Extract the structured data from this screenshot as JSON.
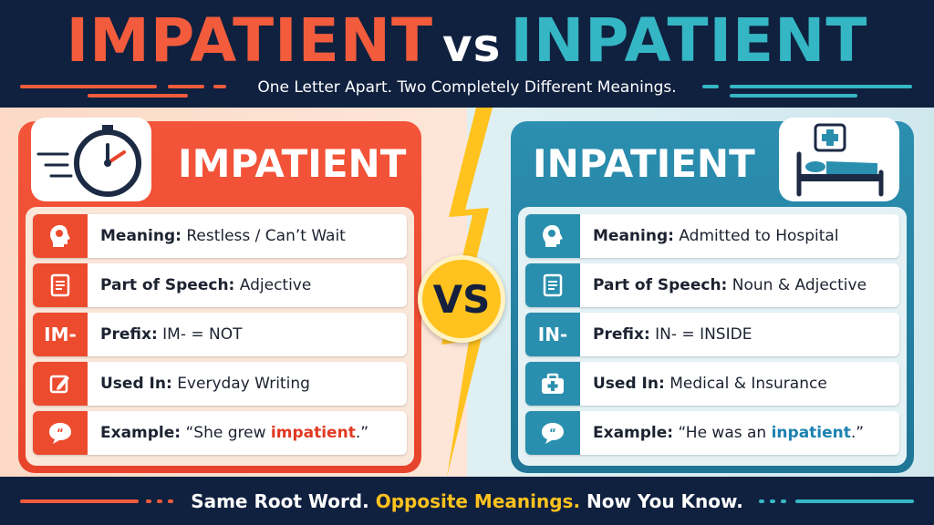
{
  "header": {
    "title_left": "IMPATIENT",
    "title_vs": "vs",
    "title_right": "INPATIENT",
    "subtitle": "One Letter Apart. Two Completely Different Meanings."
  },
  "vs_label": "VS",
  "left": {
    "title": "IMPATIENT",
    "badge_icon": "clock-icon",
    "rows": [
      {
        "icon": "head-lightbulb-icon",
        "label": "Meaning:",
        "value": "Restless / Can’t Wait"
      },
      {
        "icon": "document-icon",
        "label": "Part of Speech:",
        "value": "Adjective"
      },
      {
        "icon_text": "IM-",
        "label": "Prefix:",
        "value": "IM- = NOT"
      },
      {
        "icon": "pencil-edit-icon",
        "label": "Used In:",
        "value": "Everyday Writing"
      },
      {
        "icon": "quote-bubble-icon",
        "label": "Example:",
        "value_pre": "“She grew ",
        "value_hl": "impatient",
        "value_post": ".”"
      }
    ]
  },
  "right": {
    "title": "INPATIENT",
    "badge_icon": "hospital-bed-icon",
    "rows": [
      {
        "icon": "head-lightbulb-icon",
        "label": "Meaning:",
        "value": "Admitted to Hospital"
      },
      {
        "icon": "document-icon",
        "label": "Part of Speech:",
        "value": "Noun & Adjective"
      },
      {
        "icon_text": "IN-",
        "label": "Prefix:",
        "value": "IN- = INSIDE"
      },
      {
        "icon": "medical-kit-icon",
        "label": "Used In:",
        "value": "Medical & Insurance"
      },
      {
        "icon": "quote-bubble-icon",
        "label": "Example:",
        "value_pre": "“He was an ",
        "value_hl": "inpatient",
        "value_post": ".”"
      }
    ]
  },
  "footer": {
    "part1": "Same Root Word.",
    "part2": "Opposite Meanings.",
    "part3": "Now You Know."
  },
  "colors": {
    "impatient": "#f25c3c",
    "inpatient": "#35b6c4",
    "accent": "#ffc21e",
    "navy": "#10203f"
  }
}
